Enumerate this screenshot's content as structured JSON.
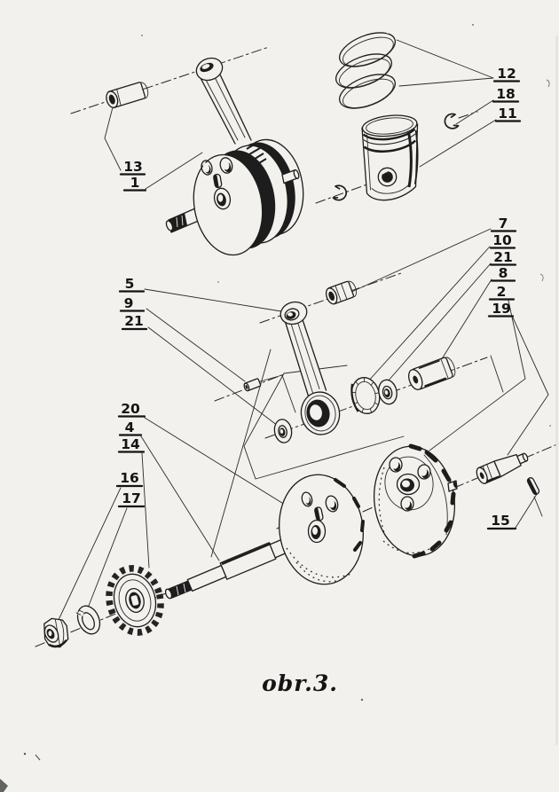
{
  "figure": {
    "caption": "obr.3."
  },
  "colors": {
    "paper": "#f2f1ed",
    "ink": "#1d1d1d"
  },
  "part_labels": [
    {
      "text": "13"
    },
    {
      "text": "1"
    },
    {
      "text": "12"
    },
    {
      "text": "18"
    },
    {
      "text": "11"
    },
    {
      "text": "5"
    },
    {
      "text": "9"
    },
    {
      "text": "21"
    },
    {
      "text": "7"
    },
    {
      "text": "10"
    },
    {
      "text": "21"
    },
    {
      "text": "8"
    },
    {
      "text": "2"
    },
    {
      "text": "19"
    },
    {
      "text": "20"
    },
    {
      "text": "4"
    },
    {
      "text": "14"
    },
    {
      "text": "16"
    },
    {
      "text": "17"
    },
    {
      "text": "15"
    }
  ]
}
